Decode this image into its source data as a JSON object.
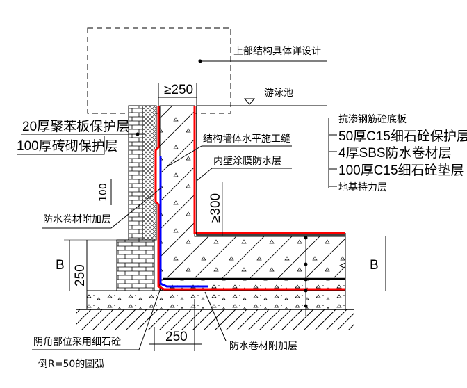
{
  "labels": {
    "upper_structure": "上部结构具体详设计",
    "dim_top": "≥250",
    "pool": "游泳池",
    "eps_board": "20厚聚苯板保护层",
    "brick_protect": "100厚砖砌保护层",
    "dim_100": "100",
    "membrane_extra_left": "防水卷材附加层",
    "dim_b_left": "B",
    "dim_250_left": "250",
    "construction_joint": "结构墙体水平施工缝",
    "coating": "内壁涂膜防水层",
    "dim_300": "≥300",
    "slab": "抗渗钢筋砼底板",
    "c15_protect": "50厚C15细石砼保护层",
    "sbs": "4厚SBS防水卷材层",
    "c15_cushion": "100厚C15细石砼垫层",
    "bearing": "地基持力层",
    "dim_b_right": "B",
    "dim_250_bottom": "250",
    "membrane_extra_bottom": "防水卷材附加层",
    "corner_note_1": "阴角部位采用细石砼",
    "corner_note_2": "倒R=50的圆弧"
  },
  "colors": {
    "membrane": "#ff0000",
    "coating": "#0000ff",
    "line": "#000000"
  }
}
